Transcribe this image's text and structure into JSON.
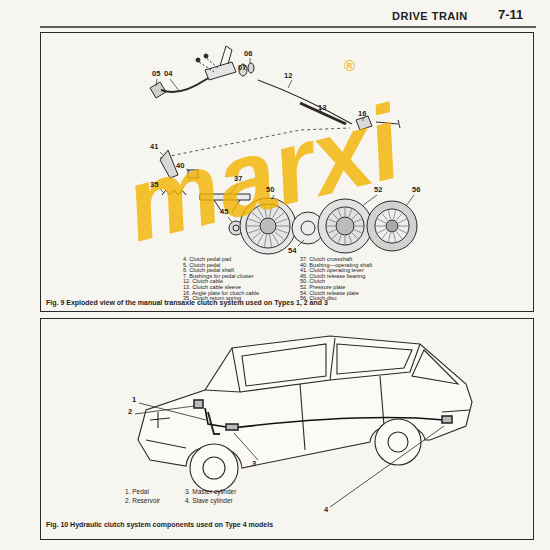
{
  "diagram": {
    "title": "DRIVE TRAIN",
    "nodes": [
      {
        "text": [
          "Fig. 9 Exploded view of the manual transaxle clutch system used on Types 1, 2 and 3"
        ]
      },
      {
        "text": [
          "Fig. 10 Hydraulic clutch system components used on Type 4 models"
        ]
      }
    ],
    "labels": [
      "7-11",
      "05",
      "04",
      "06",
      "07",
      "12",
      "13",
      "16",
      "41",
      "40",
      "35",
      "37",
      "45",
      "50",
      "54",
      "52",
      "56",
      "4. Clutch pedal pad",
      "5. Clutch pedal",
      "6. Clutch pedal shaft",
      "7. Bushings for pedal cluster",
      "12. Clutch cable",
      "13. Clutch cable sleeve",
      "16. Angle plate for clutch cable",
      "35. Clutch return spring",
      "37. Clutch crossshaft",
      "40. Bushing—operating shaft",
      "41. Clutch operating lever",
      "45. Clutch release bearing",
      "50. Clutch",
      "52. Pressure plate",
      "54. Clutch release plate",
      "56. Clutch disc",
      "1",
      "2",
      "3",
      "4",
      "1. Pedal",
      "2. Reservoir",
      "3. Master cylinder",
      "4. Slave cylinder",
      "marxi",
      "®"
    ]
  }
}
